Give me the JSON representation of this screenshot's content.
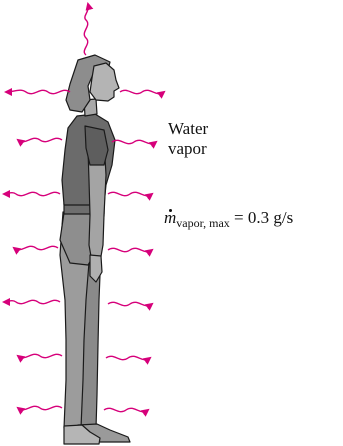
{
  "labels": {
    "vapor_line1": "Water",
    "vapor_line2": "vapor",
    "rate_symbol": "m",
    "rate_subscript": "vapor, max",
    "rate_value": "= 0.3 g/s"
  },
  "colors": {
    "arrow": "#d6007a",
    "figure_light": "#9a9a9a",
    "figure_mid": "#7d7d7d",
    "figure_dark": "#5f5f5f",
    "outline": "#1a1a1a"
  },
  "icons": {
    "person": "standing-woman-side-view",
    "arrow": "wavy-arrow"
  }
}
